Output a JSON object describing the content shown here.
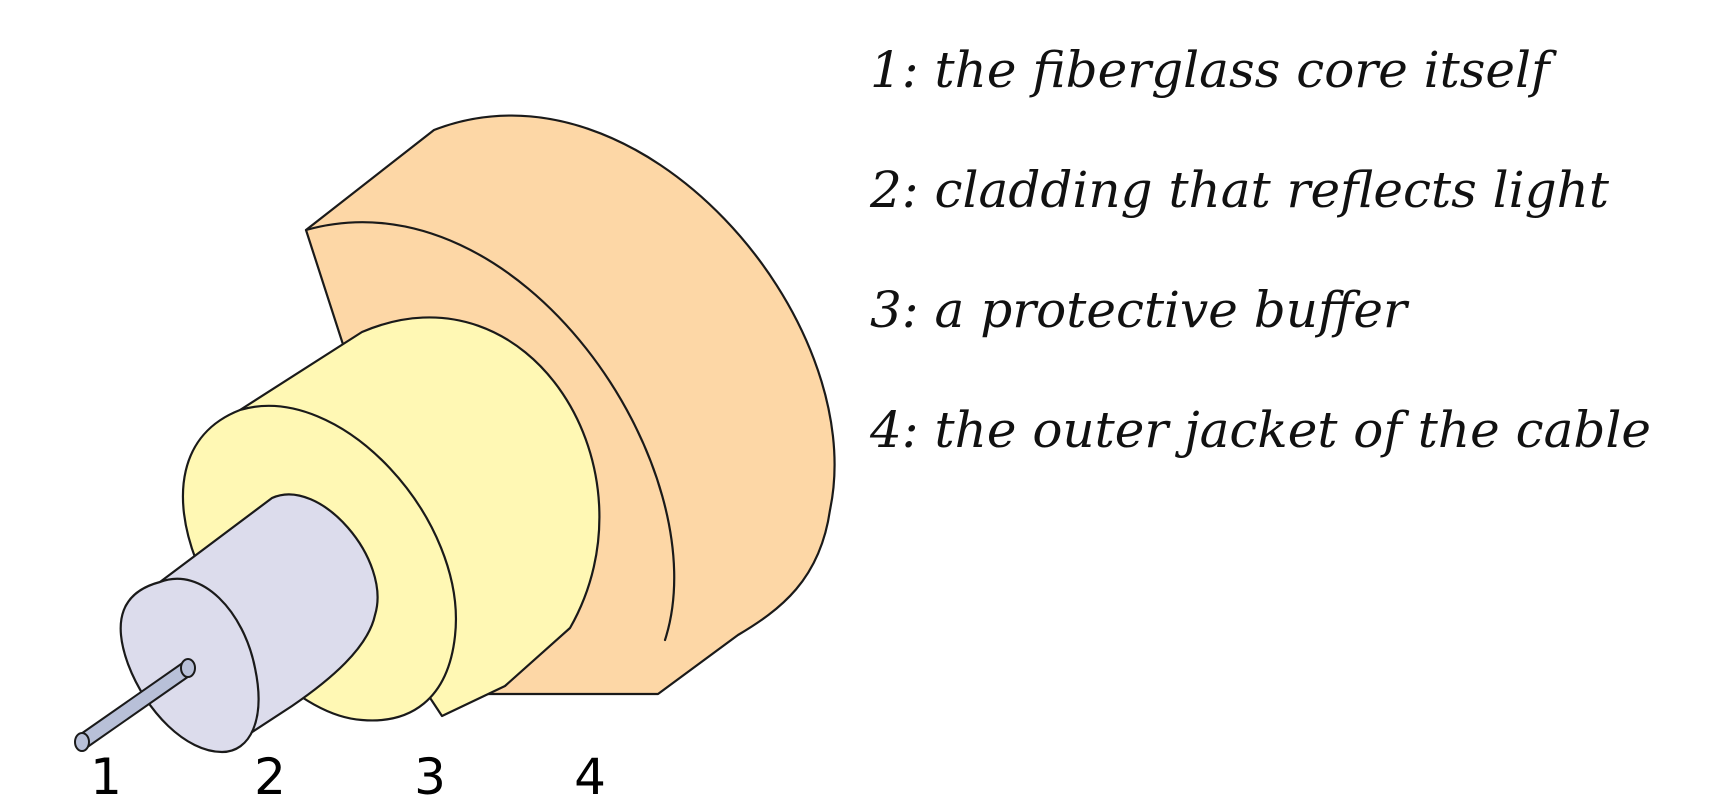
{
  "diagram": {
    "part_numbers": [
      "1",
      "2",
      "3",
      "4"
    ],
    "colors": {
      "jacket": "#fdd7a6",
      "buffer": "#fff8b4",
      "cladding": "#dcdcec",
      "core": "#b8c0d8",
      "outline": "#1a1a1a"
    }
  },
  "legend": {
    "items": [
      "1: the fiberglass core itself",
      "2: cladding that reflects light",
      "3: a protective buffer",
      "4: the outer jacket of the cable"
    ]
  }
}
